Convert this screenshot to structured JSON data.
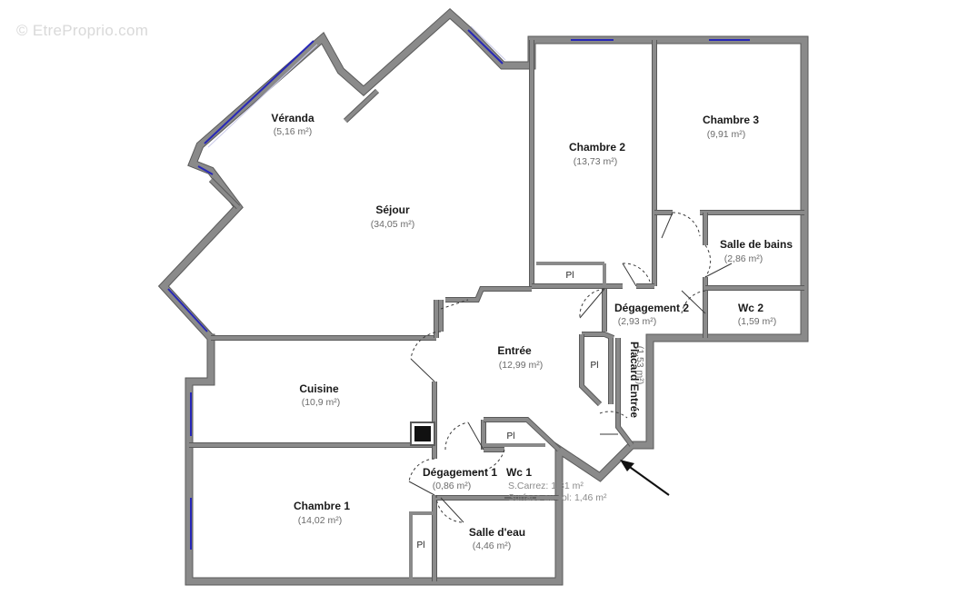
{
  "watermark": "© EtreProprio.com",
  "rooms": {
    "veranda": {
      "name": "Véranda",
      "area": "(5,16 m²)"
    },
    "sejour": {
      "name": "Séjour",
      "area": "(34,05 m²)"
    },
    "chambre2": {
      "name": "Chambre 2",
      "area": "(13,73 m²)"
    },
    "chambre3": {
      "name": "Chambre 3",
      "area": "(9,91 m²)"
    },
    "salle_de_bains": {
      "name": "Salle de bains",
      "area": "(2,86 m²)"
    },
    "degagement2": {
      "name": "Dégagement 2",
      "area": "(2,93 m²)"
    },
    "wc2": {
      "name": "Wc 2",
      "area": "(1,59 m²)"
    },
    "entree": {
      "name": "Entrée",
      "area": "(12,99 m²)"
    },
    "placard_entree": {
      "name": "Placard Entrée",
      "area": "(1,53 m²)"
    },
    "cuisine": {
      "name": "Cuisine",
      "area": "(10,9 m²)"
    },
    "degagement1": {
      "name": "Dégagement 1",
      "area": "(0,86 m²)"
    },
    "wc1": {
      "name": "Wc 1",
      "carrez": "S.Carrez: 1,31 m²",
      "surface_sol": "Surface au sol: 1,46 m²"
    },
    "chambre1": {
      "name": "Chambre 1",
      "area": "(14,02 m²)"
    },
    "salle_eau": {
      "name": "Salle d'eau",
      "area": "(4,46 m²)"
    }
  },
  "placards": {
    "pl_chambre2": "Pl",
    "pl_entree": "Pl",
    "pl_wc1": "Pl",
    "pl_chambre1": "Pl"
  },
  "colors": {
    "wall": "#8a8a8a",
    "window": "#2727b8",
    "text": "#1a1a1a",
    "area_text": "#6b6b6b"
  },
  "icons": {
    "entrance_arrow": "arrow-icon",
    "chimney": "square-black"
  }
}
